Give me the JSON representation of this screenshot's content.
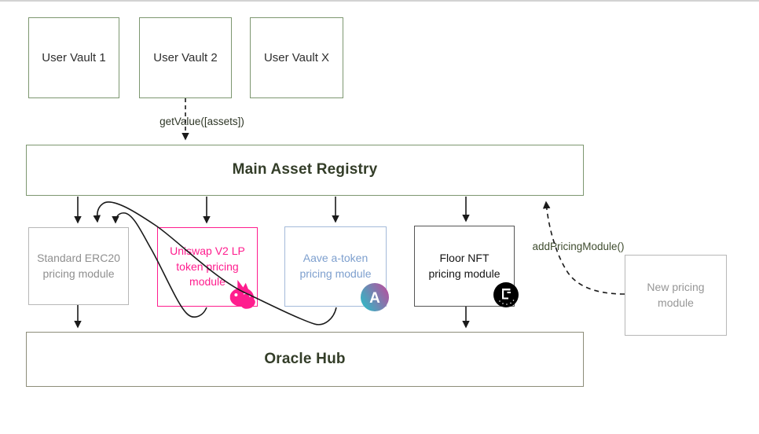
{
  "diagram": {
    "vaults": [
      {
        "label": "User Vault 1"
      },
      {
        "label": "User Vault 2"
      },
      {
        "label": "User Vault X"
      }
    ],
    "registry": {
      "label": "Main Asset Registry"
    },
    "modules": {
      "erc20": {
        "label": "Standard ERC20\npricing module"
      },
      "uniswap": {
        "label": "Uniswap V2 LP\ntoken pricing\nmodule"
      },
      "aave": {
        "label": "Aave a-token\npricing module"
      },
      "floor_nft": {
        "label": "Floor NFT\npricing module"
      },
      "new_module": {
        "label": "New pricing\nmodule"
      }
    },
    "oracle_hub": {
      "label": "Oracle Hub"
    },
    "edge_labels": {
      "get_value": "getValue([assets])",
      "add_pricing_module": "addPricingModule()"
    },
    "icons": {
      "uniswap": "uniswap-unicorn-icon",
      "aave": "aave-logo-icon",
      "floor_nft": "cryptopunk-nft-icon"
    },
    "colors": {
      "sage_green_border": "#7d9770",
      "dark_olive_title": "#333d28",
      "oracle_hub_border": "#8d8d79",
      "uniswap_pink": "#ff1d8e",
      "aave_border_blue": "#a4bad9",
      "aave_text_blue": "#7d9fce",
      "aave_gradient_teal": "#2ebac6",
      "aave_gradient_purple": "#b6509e",
      "gray_border": "#b7b7b7",
      "gray_text": "#969696",
      "floor_nft_border": "#555555",
      "arrow_black": "#1a1a1a",
      "top_rule_gray": "#d2d2d2"
    }
  }
}
